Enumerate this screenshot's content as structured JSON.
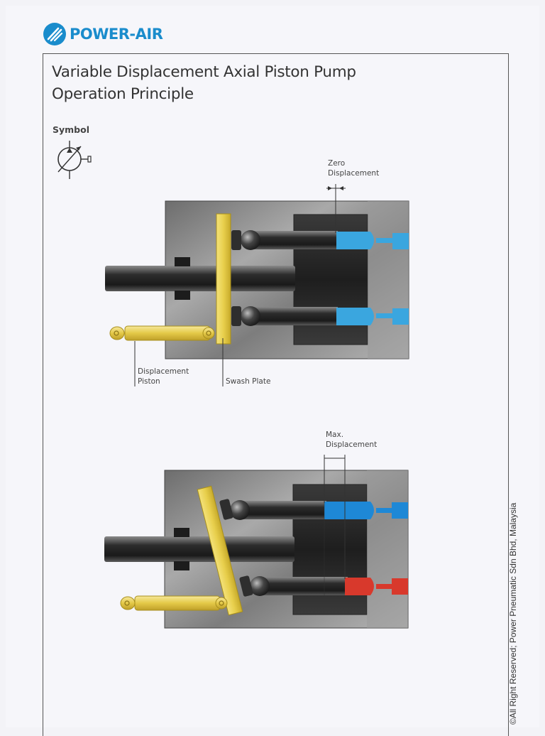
{
  "brand": {
    "name": "POWER-AIR",
    "accent": "#1a8ccc"
  },
  "title": {
    "line1": "Variable Displacement Axial Piston Pump",
    "line2": "Operation Principle"
  },
  "symbol": {
    "label": "Symbol"
  },
  "diagram1": {
    "zero_label_1": "Zero",
    "zero_label_2": "Displacement",
    "displacement_label_1": "Displacement",
    "displacement_label_2": "Piston",
    "swash_label": "Swash Plate"
  },
  "diagram2": {
    "max_label_1": "Max.",
    "max_label_2": "Displacement"
  },
  "copyright": "©All Right Reserved; Power Pneumatic Sdn Bhd, Malaysia",
  "colors": {
    "yellow": "#e8cf4c",
    "blue": "#3aa6df",
    "red": "#d8392c",
    "body_gray": "#8c8c8c"
  }
}
